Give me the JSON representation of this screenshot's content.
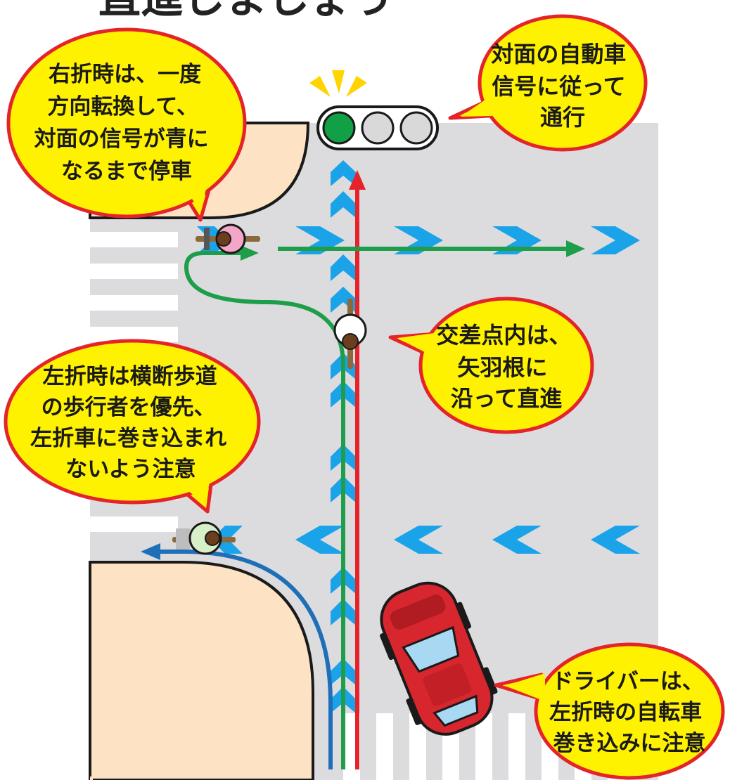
{
  "heading": "直進しましょう",
  "colors": {
    "road": "#dcdcde",
    "sidewalk": "#fde3c4",
    "bubble_fill": "#fff200",
    "bubble_stroke": "#e4232b",
    "arrow_blue": "#1aa3e8",
    "path_red": "#e4232b",
    "path_green": "#1e9e4a",
    "path_blue": "#1f6fb8",
    "signal_green": "#12a047"
  },
  "signal": {
    "active_light": "green"
  },
  "bubbles": {
    "right_turn": [
      "右折時は、一度",
      "方向転換して、",
      "対面の信号が青に",
      "なるまで停車"
    ],
    "signal": [
      "対面の自動車",
      "信号に従って",
      "通行"
    ],
    "intersection": [
      "交差点内は、",
      "矢羽根に",
      "沿って直進"
    ],
    "left_turn": [
      "左折時は横断歩道",
      "の歩行者を優先、",
      "左折車に巻き込まれ",
      "ないよう注意"
    ],
    "driver": [
      "ドライバーは、",
      "左折時の自転車",
      "巻き込みに注意"
    ]
  }
}
